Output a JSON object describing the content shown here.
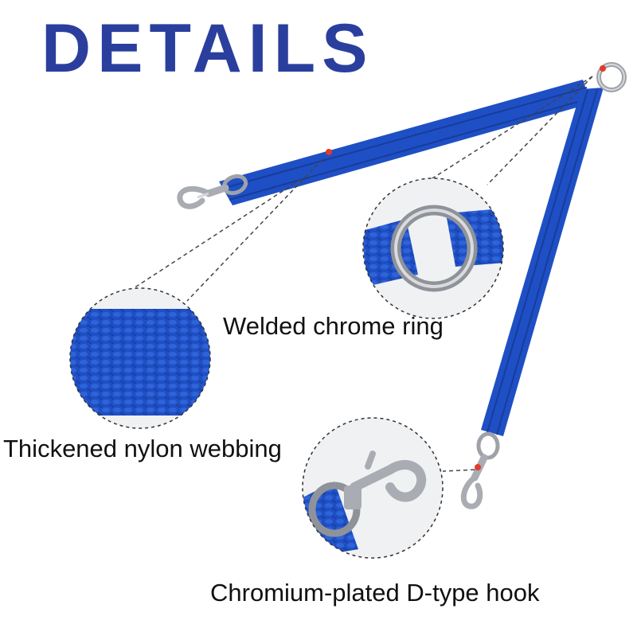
{
  "title": "DETAILS",
  "captions": {
    "ring": "Welded chrome ring",
    "nylon": "Thickened nylon webbing",
    "hook": "Chromium-plated D-type hook"
  },
  "colors": {
    "title": "#2a3f9d",
    "webbing": "#1f4fc4",
    "webbing_dark": "#173d9c",
    "metal": "#b9bcc2",
    "marker": "#e23b2a"
  },
  "icons": [
    "leash-illustration",
    "webbing-detail-icon",
    "ring-detail-icon",
    "hook-detail-icon"
  ]
}
